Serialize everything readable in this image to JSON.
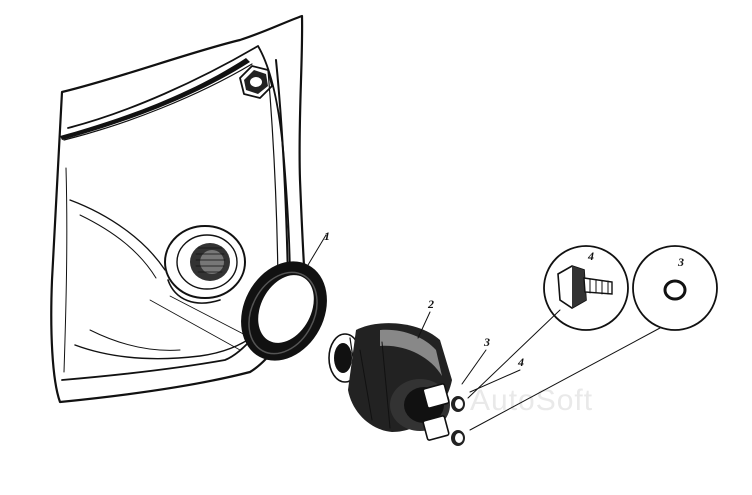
{
  "callouts": [
    {
      "id": "label-1",
      "text": "1"
    },
    {
      "id": "label-2",
      "text": "2"
    },
    {
      "id": "label-3-switch",
      "text": "3"
    },
    {
      "id": "label-4-switch",
      "text": "4"
    },
    {
      "id": "label-4-detail",
      "text": "4"
    },
    {
      "id": "label-3-detail",
      "text": "3"
    }
  ],
  "watermark": "AutoSoft",
  "colors": {
    "ink": "#111111",
    "paper": "#ffffff",
    "watermark": "#e9e9e9"
  }
}
